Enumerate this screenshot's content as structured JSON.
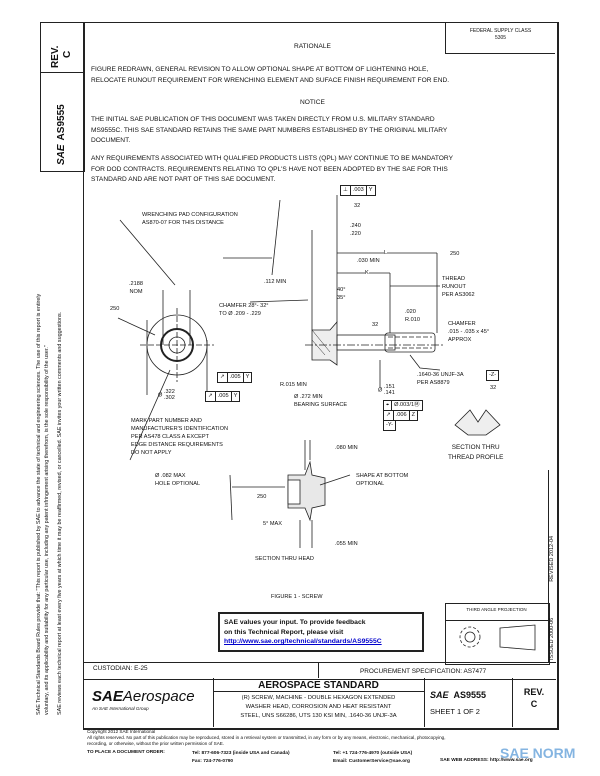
{
  "side_tab": {
    "rev_label": "REV.",
    "rev_value": "C",
    "doc_number": "AS9555",
    "sae_logo": "SAE"
  },
  "side_notes": [
    "SAE Technical Standards Board Rules provide that: \"This report is published by SAE to advance the state of technical and engineering sciences. The use of this report is entirely",
    "voluntary, and its applicability and suitability for any particular use, including any patent infringement arising therefrom, is the sole responsibility of the user.\"",
    "SAE reviews each technical report at least every five years at which time it may be reaffirmed, revised, or cancelled. SAE invites your written comments and suggestions."
  ],
  "fsc": {
    "line1": "FEDERAL SUPPLY CLASS",
    "line2": "5305"
  },
  "rationale": {
    "title": "RATIONALE",
    "lines": [
      "FIGURE REDRAWN, GENERAL REVISION TO ALLOW OPTIONAL SHAPE AT BOTTOM OF LIGHTENING HOLE,",
      "RELOCATE RUNOUT REQUIREMENT FOR WRENCHING ELEMENT AND SUFACE FINISH REQUIREMENT FOR END."
    ]
  },
  "notice": {
    "title": "NOTICE",
    "para1": [
      "THE INITIAL SAE PUBLICATION OF THIS DOCUMENT WAS TAKEN DIRECTLY FROM U.S. MILITARY STANDARD",
      "MS9555C.  THIS SAE STANDARD RETAINS THE SAME PART NUMBERS ESTABLISHED BY THE ORIGINAL MILITARY",
      "DOCUMENT."
    ],
    "para2": [
      "ANY REQUIREMENTS ASSOCIATED WITH QUALIFIED PRODUCTS LISTS (QPL) MAY CONTINUE TO BE MANDATORY",
      "FOR DOD CONTRACTS.  REQUIREMENTS RELATING TO QPL'S HAVE NOT BEEN ADOPTED BY THE SAE FOR THIS",
      "STANDARD AND ARE NOT PART OF THIS SAE DOCUMENT."
    ]
  },
  "drawing": {
    "fcf_top": [
      "⊥",
      ".003",
      "Y"
    ],
    "finish_32": "32",
    "dim_240": ".240",
    "dim_220": ".220",
    "wrench1": "WRENCHING PAD CONFIGURATION",
    "wrench2": "AS870-07 FOR THIS DISTANCE",
    "L": "L",
    "K": "K",
    "finish_250a": "250",
    "min030": ".030 MIN",
    "min112": ".112 MIN",
    "runout": [
      "THREAD",
      "RUNOUT",
      "PER AS3062"
    ],
    "nom1": ".2188",
    "nom2": "NOM",
    "finish_250b": "250",
    "ang1": "40°",
    "ang2": "35°",
    "chamfer1": [
      "CHAMFER 28°- 32°",
      "TO Ø .209 - .229"
    ],
    "r1": ".020",
    "r2": "R.010",
    "chamfer2": [
      "CHAMFER",
      ".015 - .035 x 45°",
      "APPROX"
    ],
    "finish_32b": "32",
    "fcf_runout1": [
      "↗",
      ".005",
      "Y"
    ],
    "r015": "R.015 MIN",
    "thread": [
      ".1640-36 UNJF-3A",
      "PER AS8879"
    ],
    "datum_z": "-Z-",
    "dia322": "Ø",
    ".322": ".322",
    "dia302": ".302",
    "fcf_runout2": [
      "↗",
      ".005",
      "Y"
    ],
    "bearing": [
      "Ø .272 MIN",
      "BEARING SURFACE"
    ],
    "dia151": "Ø",
    "d151": ".151",
    "d141": ".141",
    "fcf_pos": [
      "⌖",
      "Ø.003/1Ⓜ"
    ],
    "fcf_z": [
      "↗",
      ".006",
      "Z"
    ],
    "datum_y": "-Y-",
    "finish_32c": "32",
    "mark": [
      "MARK PART NUMBER AND",
      "MANUFACTURER'S IDENTIFICATION",
      "PER AS478 CLASS A EXCEPT",
      "EDGE DISTANCE REQUIREMENTS",
      "DO NOT APPLY"
    ],
    "thread_profile": [
      "SECTION THRU",
      "THREAD PROFILE"
    ],
    "min080": ".080 MIN",
    "hole": [
      "Ø .082 MAX",
      "HOLE OPTIONAL"
    ],
    "shape": [
      "SHAPE AT BOTTOM",
      "OPTIONAL"
    ],
    "finish_250c": "250",
    "max5": "5° MAX",
    "min055": ".055 MIN",
    "section_head": "SECTION THRU HEAD",
    "figure": "FIGURE 1 - SCREW"
  },
  "feedback": {
    "line1": "SAE values your input. To provide feedback",
    "line2": "on this Technical Report, please visit",
    "link": "http://www.sae.org/technical/standards/AS9555C"
  },
  "projection": {
    "label": "THIRD ANGLE PROJECTION"
  },
  "dates": {
    "issued": "ISSUED 2000-06",
    "revised": "REVISED 2012-04"
  },
  "custodian": "CUSTODIAN:  E-25",
  "procurement": "PROCUREMENT SPECIFICATION:  AS7477",
  "title_block": {
    "logo": "SAE",
    "logo2": "Aerospace",
    "tagline": "An SAE International Group",
    "heading": "AEROSPACE STANDARD",
    "desc": [
      "(R) SCREW, MACHINE - DOUBLE HEXAGON EXTENDED",
      "WASHER HEAD, CORROSION AND HEAT RESISTANT",
      "STEEL, UNS S66286, UTS 130 KSI MIN, .1640-36 UNJF-3A"
    ],
    "doc": "AS9555",
    "sheet": "SHEET 1 OF 2",
    "rev_label": "REV.",
    "rev_value": "C"
  },
  "footer": {
    "copyright": "Copyright 2012 SAE International",
    "rights1": "All rights reserved. No part of this publication may be reproduced, stored in a retrieval system or transmitted, in any form or by any means, electronic, mechanical, photocopying,",
    "rights2": "recording, or otherwise, without the prior written permission of SAE.",
    "order": "TO PLACE A DOCUMENT ORDER:",
    "tel1": "Tel:  877-606-7323 (inside USA and Canada)",
    "fax": "Fax:  724-776-0790",
    "tel2": "Tel:  +1 724-776-4970 (outside USA)",
    "email": "Email:  CustomerService@sae.org",
    "web": "SAE WEB ADDRESS:  http://www.sae.org"
  },
  "watermark": "SAE NORM"
}
